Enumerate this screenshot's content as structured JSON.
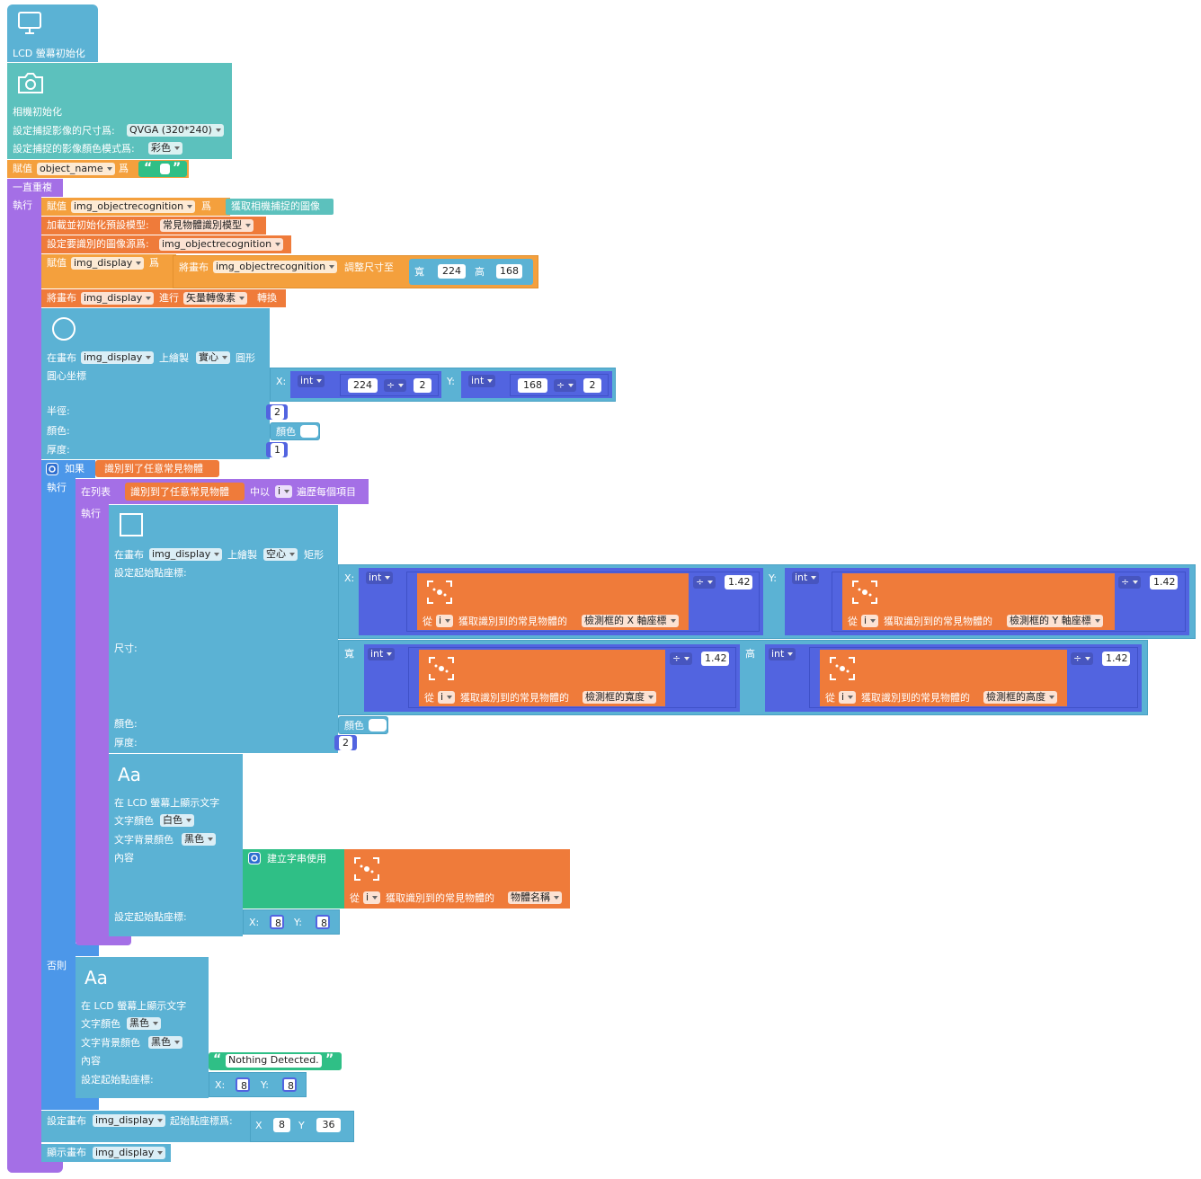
{
  "lcd_init": {
    "label": "LCD 螢幕初始化",
    "icon": "monitor-icon"
  },
  "camera_init": {
    "icon": "camera-icon",
    "label": "相機初始化",
    "size_label": "設定捕捉影像的尺寸爲:",
    "size_value": "QVGA (320*240)",
    "color_label": "設定捕捉的影像顏色模式爲:",
    "color_value": "彩色"
  },
  "assign_object_name": {
    "assign": "賦值",
    "var": "object_name",
    "as": "爲"
  },
  "forever": {
    "label": "一直重複",
    "do": "執行"
  },
  "assign_img_obj": {
    "assign": "賦值",
    "var": "img_objectrecognition",
    "as": "爲",
    "value": "獲取相機捕捉的圖像"
  },
  "load_model": {
    "label": "加載並初始化預設模型:",
    "value": "常見物體識別模型"
  },
  "set_source": {
    "label": "設定要識別的圖像源爲:",
    "value": "img_objectrecognition"
  },
  "assign_img_display": {
    "assign": "賦值",
    "var": "img_display",
    "as": "爲",
    "resize_pre": "將畫布",
    "resize_var": "img_objectrecognition",
    "resize_post": "調整尺寸至",
    "w_label": "寬",
    "w_value": "224",
    "h_label": "高",
    "h_value": "168"
  },
  "convert": {
    "pre": "將畫布",
    "var": "img_display",
    "mid": "進行",
    "mode": "矢量轉像素",
    "post": "轉換"
  },
  "circle": {
    "icon": "circle-icon",
    "pre": "在畫布",
    "var": "img_display",
    "mid": "上繪製",
    "fill": "實心",
    "post": "圓形",
    "center_label": "圓心坐標",
    "x_label": "X:",
    "x_type": "int",
    "x_num": "224",
    "x_op": "÷",
    "x_div": "2",
    "y_label": "Y:",
    "y_type": "int",
    "y_num": "168",
    "y_op": "÷",
    "y_div": "2",
    "radius_label": "半徑:",
    "radius": "2",
    "color_label": "顏色:",
    "color_word": "顏色",
    "thickness_label": "厚度:",
    "thickness": "1"
  },
  "if_block": {
    "if": "如果",
    "cond": "識別到了任意常見物體",
    "do": "執行",
    "else": "否則"
  },
  "for_each": {
    "pre": "在列表",
    "list": "識別到了任意常見物體",
    "mid": "中以",
    "var": "i",
    "post": "遍歷每個項目",
    "do": "執行"
  },
  "rect": {
    "icon": "square-icon",
    "pre": "在畫布",
    "var": "img_display",
    "mid": "上繪製",
    "fill": "空心",
    "post": "矩形",
    "start_label": "設定起始點座標:",
    "x_label": "X:",
    "y_label": "Y:",
    "size_label": "尺寸:",
    "w_label": "寬",
    "h_label": "高",
    "int": "int",
    "op": "÷",
    "div": "1.42",
    "from": "從",
    "ivar": "i",
    "get": "獲取識別到的常見物體的",
    "x_field": "檢測框的 X 軸座標",
    "y_field": "檢測框的 Y 軸座標",
    "w_field": "檢測框的寬度",
    "h_field": "檢測框的高度",
    "color_label": "顏色:",
    "color_word": "顏色",
    "thickness_label": "厚度:",
    "thickness": "2"
  },
  "text_found": {
    "icon": "text-aa-icon",
    "icon_text": "Aa",
    "label": "在 LCD 螢幕上顯示文字",
    "fg_label": "文字顏色",
    "fg": "白色",
    "bg_label": "文字背景顏色",
    "bg": "黑色",
    "content_label": "內容",
    "join": "建立字串使用",
    "from": "從",
    "ivar": "i",
    "get": "獲取識別到的常見物體的",
    "field": "物體名稱",
    "start_label": "設定起始點座標:",
    "x_label": "X:",
    "x": "8",
    "y_label": "Y:",
    "y": "8"
  },
  "text_none": {
    "icon": "text-aa-icon",
    "icon_text": "Aa",
    "label": "在 LCD 螢幕上顯示文字",
    "fg_label": "文字顏色",
    "fg": "黑色",
    "bg_label": "文字背景顏色",
    "bg": "黑色",
    "content_label": "內容",
    "content": "Nothing Detected.",
    "start_label": "設定起始點座標:",
    "x_label": "X:",
    "x": "8",
    "y_label": "Y:",
    "y": "8"
  },
  "set_origin": {
    "pre": "設定畫布",
    "var": "img_display",
    "post": "起始點座標爲:",
    "x_label": "X",
    "x": "8",
    "y_label": "Y",
    "y": "36"
  },
  "show_canvas": {
    "pre": "顯示畫布",
    "var": "img_display"
  },
  "colors": {
    "teal": "#5cc1bd",
    "light_blue": "#5bb2d4",
    "orange": "#f4a03d",
    "dark_orange": "#ef7b3a",
    "purple": "#a46fe6",
    "blue": "#4c97e9",
    "indigo": "#5264e0",
    "green": "#2fbf86"
  }
}
